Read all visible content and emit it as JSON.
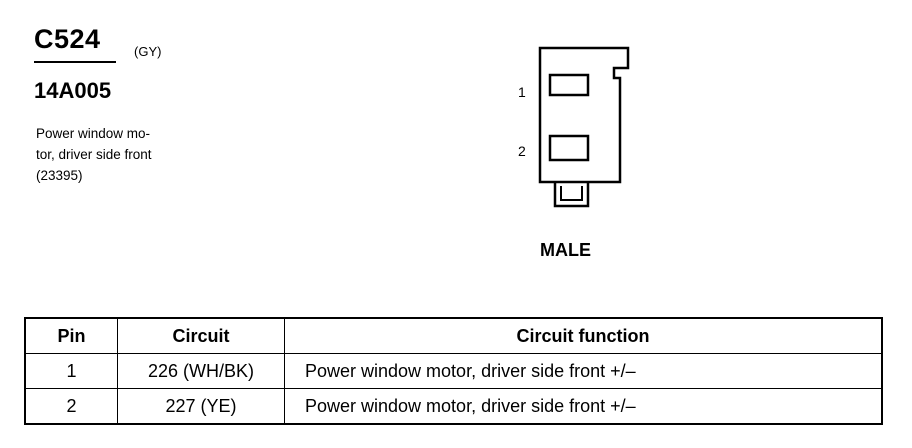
{
  "connector": {
    "code": "C524",
    "color": "(GY)",
    "part_number": "14A005",
    "description_lines": [
      "Power window mo-",
      "tor, driver side front",
      "(23395)"
    ],
    "gender": "MALE",
    "pin_labels": [
      "1",
      "2"
    ]
  },
  "table": {
    "headers": [
      "Pin",
      "Circuit",
      "Circuit function"
    ],
    "rows": [
      {
        "pin": "1",
        "circuit": "226 (WH/BK)",
        "function": "Power window motor, driver side front  +/–"
      },
      {
        "pin": "2",
        "circuit": "227 (YE)",
        "function": "Power window motor, driver side front  +/–"
      }
    ]
  }
}
